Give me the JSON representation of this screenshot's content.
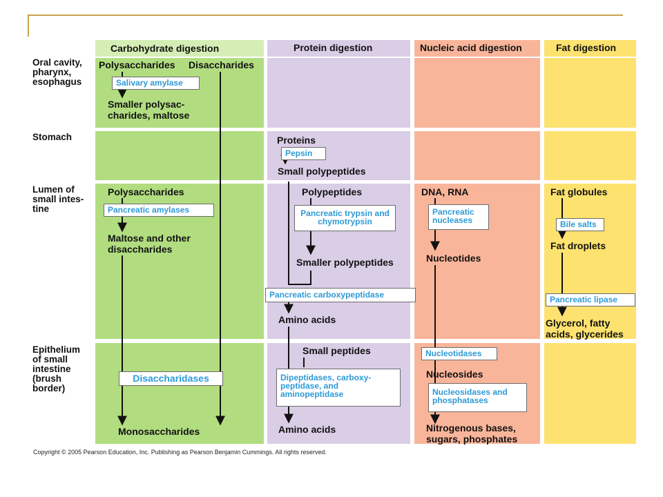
{
  "colors": {
    "carb": "#b1dd80",
    "carb_header": "#d5eeb5",
    "protein": "#dacde6",
    "nucleic": "#f9b59a",
    "fat": "#fde26f",
    "enzyme_text": "#2d9ad6",
    "frame_accent": "#c9a24a"
  },
  "headers": {
    "carb": "Carbohydrate digestion",
    "protein": "Protein digestion",
    "nucleic": "Nucleic acid digestion",
    "fat": "Fat digestion"
  },
  "rows": {
    "oral": "Oral cavity, pharynx, esophagus",
    "stomach": "Stomach",
    "lumen": "Lumen of small intes- tine",
    "epithelium": "Epithelium of small intestine (brush border)"
  },
  "carb": {
    "polysaccharides_oral": "Polysaccharides",
    "disaccharides_oral": "Disaccharides",
    "salivary_amylase": "Salivary amylase",
    "smaller_polysac": "Smaller polysac- charides, maltose",
    "polysaccharides_lumen": "Polysaccharides",
    "pancreatic_amylases": "Pancreatic amylases",
    "maltose": "Maltose and other disaccharides",
    "disaccharidases": "Disaccharidases",
    "monosaccharides": "Monosaccharides"
  },
  "protein": {
    "proteins": "Proteins",
    "pepsin": "Pepsin",
    "small_polypeptides": "Small polypeptides",
    "polypeptides": "Polypeptides",
    "trypsin": "Pancreatic trypsin and chymotrypsin",
    "smaller_polypeptides": "Smaller polypeptides",
    "carboxypeptidase": "Pancreatic carboxypeptidase",
    "amino_acids_lumen": "Amino acids",
    "small_peptides": "Small peptides",
    "dipeptidases": "Dipeptidases, carboxy- peptidase, and aminopeptidase",
    "amino_acids_epi": "Amino acids"
  },
  "nucleic": {
    "dna_rna": "DNA, RNA",
    "nucleases": "Pancreatic nucleases",
    "nucleotides": "Nucleotides",
    "nucleotidases": "Nucleotidases",
    "nucleosides": "Nucleosides",
    "nucleosidases": "Nucleosidases and phosphatases",
    "bases": "Nitrogenous bases, sugars, phosphates"
  },
  "fat": {
    "fat_globules": "Fat globules",
    "bile_salts": "Bile salts",
    "fat_droplets": "Fat droplets",
    "lipase": "Pancreatic lipase",
    "glycerol": "Glycerol, fatty acids, glycerides"
  },
  "copyright": "Copyright © 2005 Pearson Education, Inc. Publishing as Pearson Benjamin Cummings. All rights reserved."
}
